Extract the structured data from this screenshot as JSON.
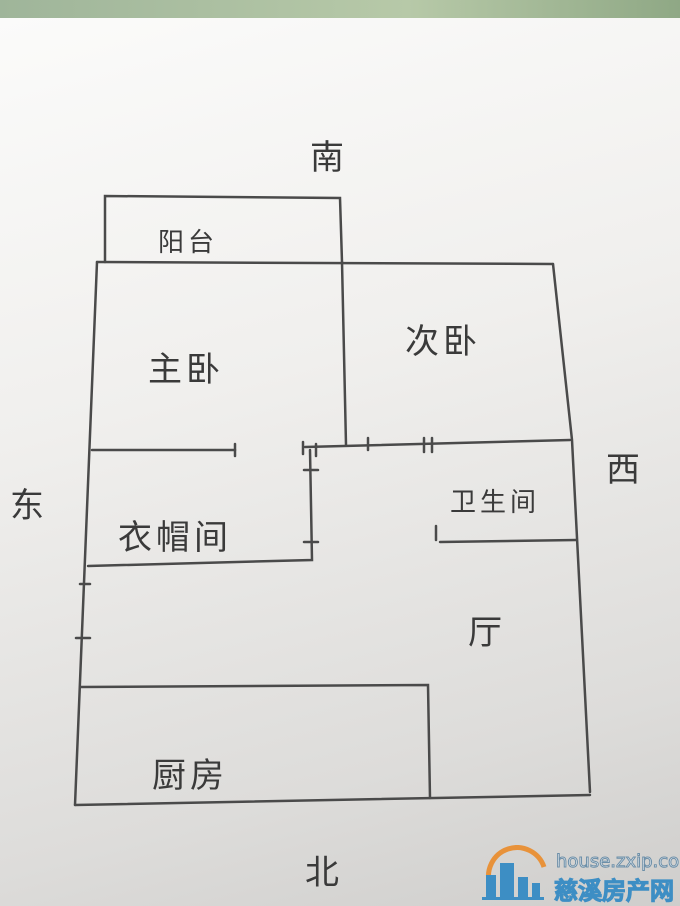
{
  "plan": {
    "south": "南",
    "north": "北",
    "east": "东",
    "west": "西",
    "rooms": {
      "balcony": "阳台",
      "master_bedroom": "主卧",
      "second_bedroom": "次卧",
      "cloakroom": "衣帽间",
      "bathroom": "卫生间",
      "living_room": "厅",
      "kitchen": "厨房"
    }
  },
  "watermark": {
    "url": "house.zxip.com",
    "name": "慈溪房产网",
    "colors": {
      "orange": "#e8923a",
      "blue": "#3d8ec4"
    }
  }
}
